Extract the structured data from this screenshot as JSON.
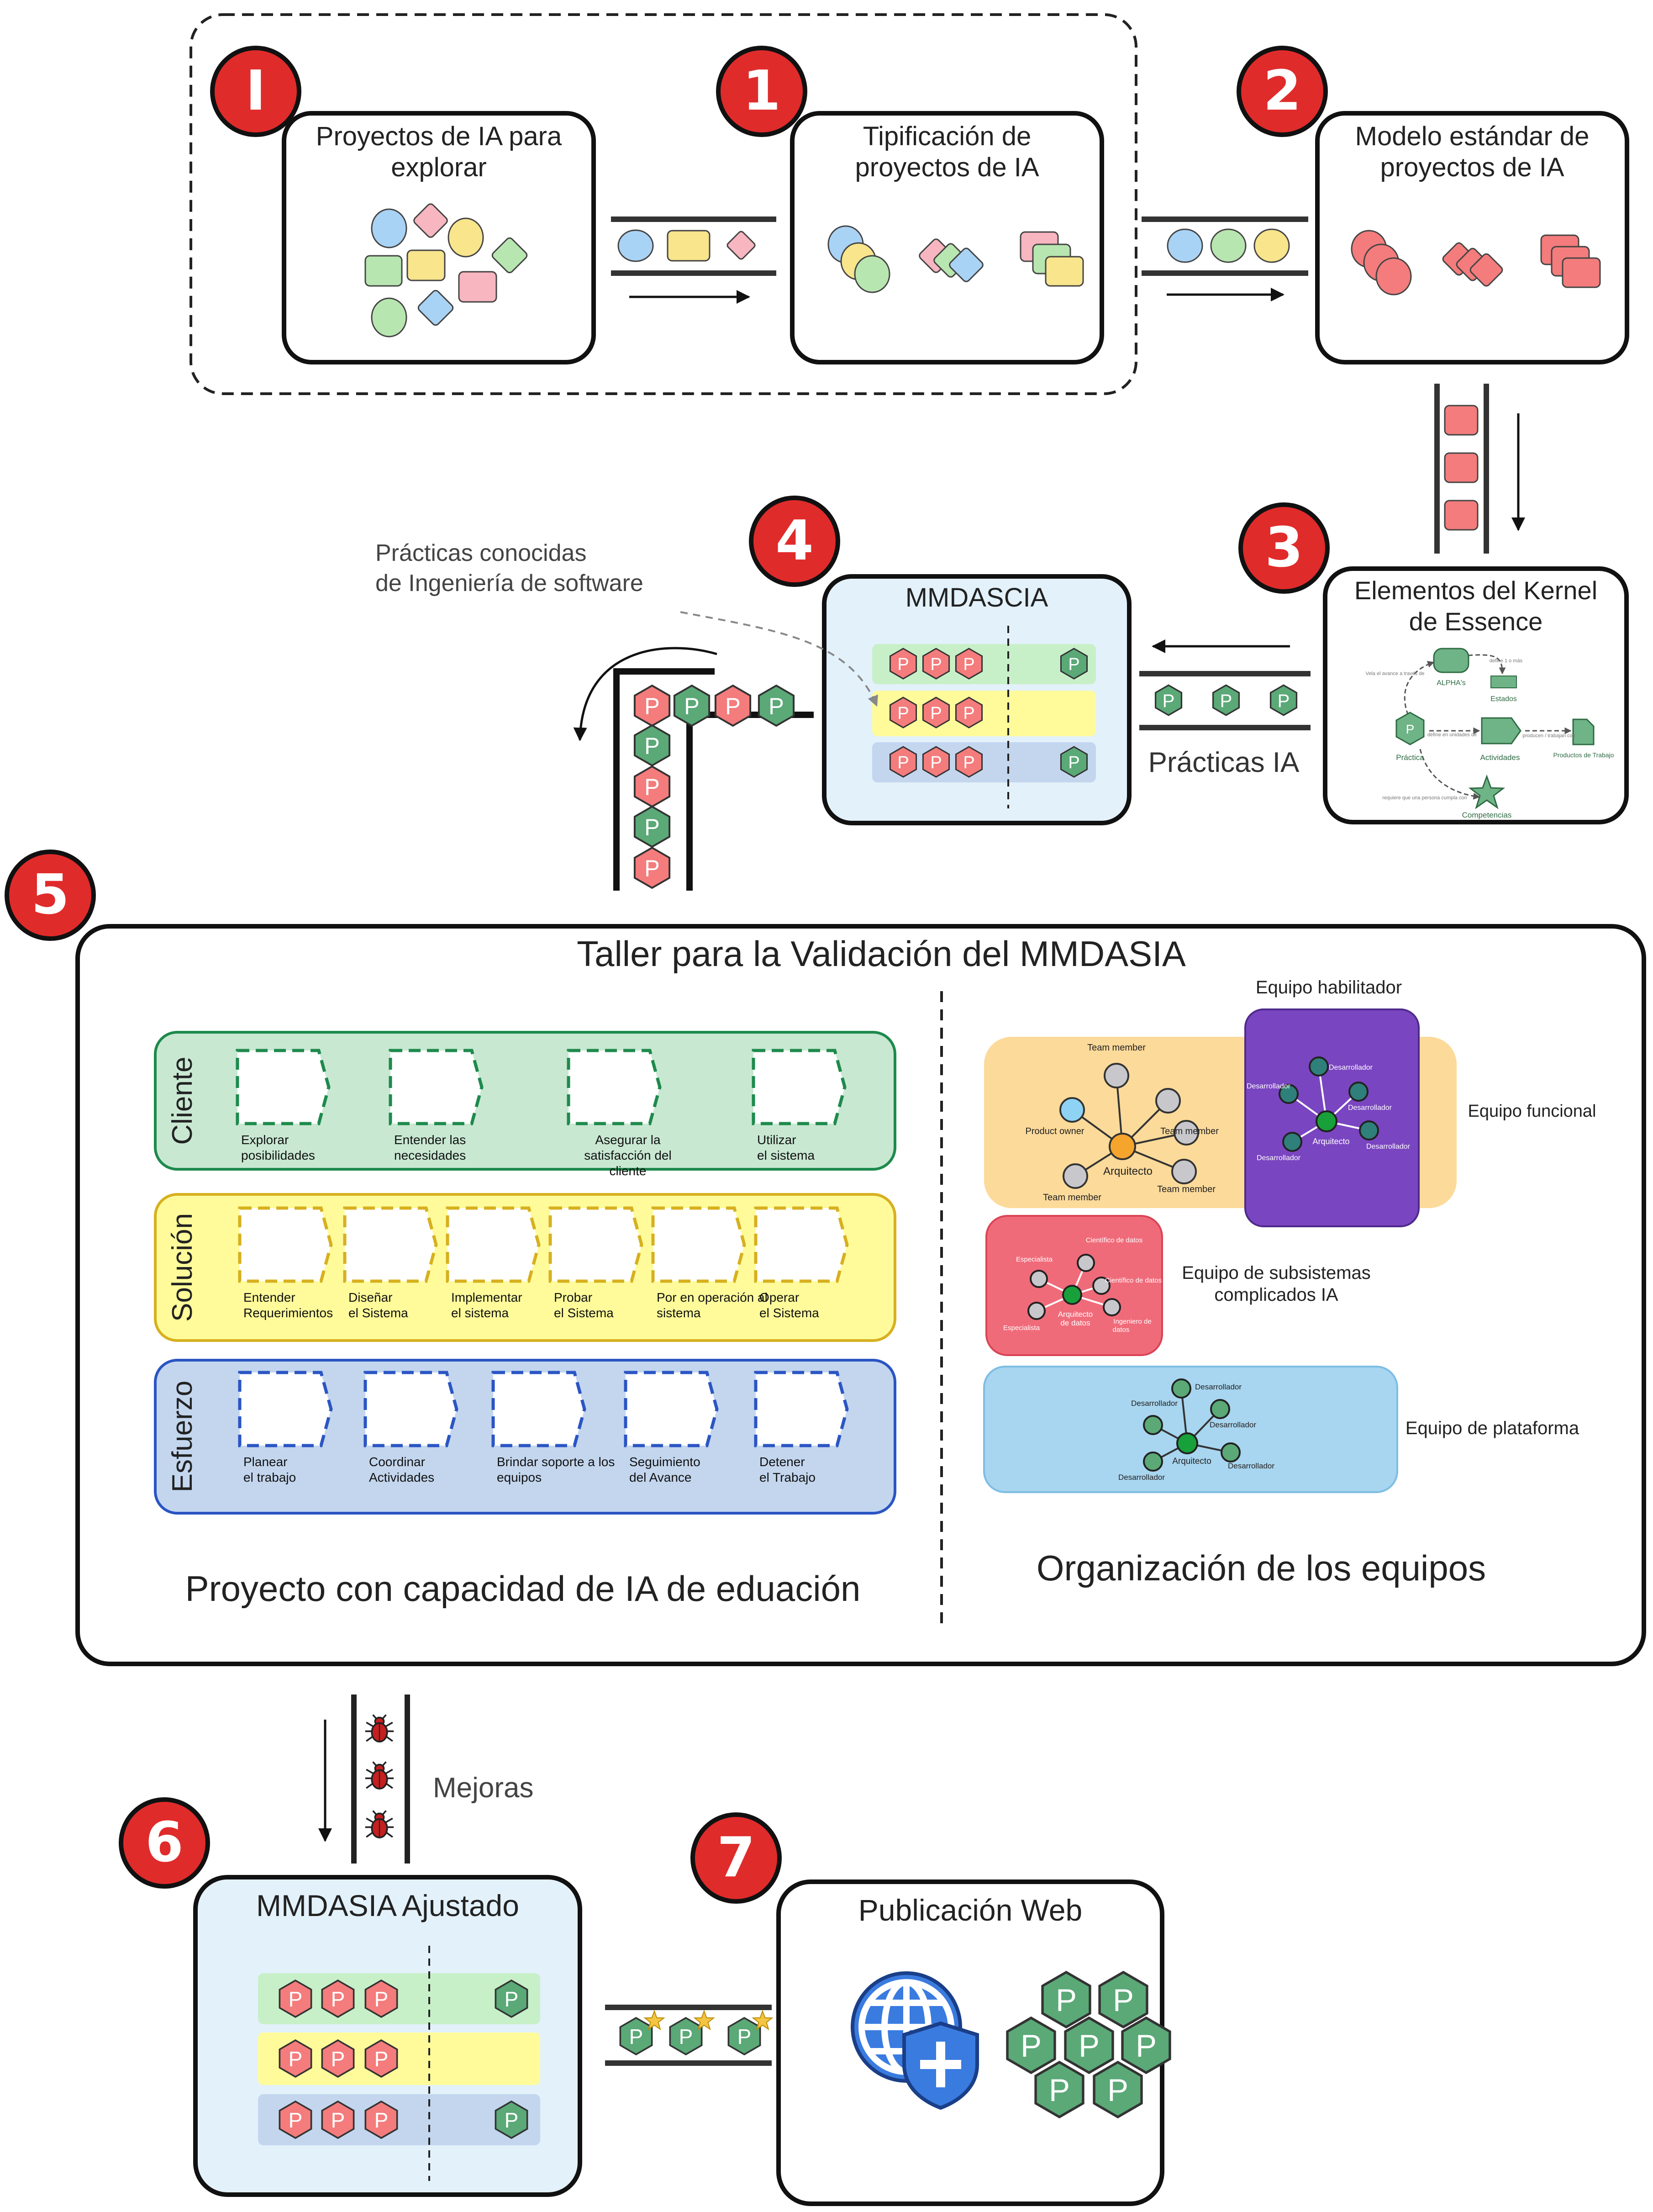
{
  "steps": {
    "I": {
      "badge": "I",
      "title_line1": "Proyectos de IA para",
      "title_line2": "explorar"
    },
    "s1": {
      "badge": "1",
      "title_line1": "Tipificación de",
      "title_line2": "proyectos de IA"
    },
    "s2": {
      "badge": "2",
      "title_line1": "Modelo estándar de",
      "title_line2": "proyectos de IA"
    },
    "s3": {
      "badge": "3",
      "title_line1": "Elementos del Kernel",
      "title_line2": "de Essence"
    },
    "s4": {
      "badge": "4",
      "title": "MMDASCIA"
    },
    "s5": {
      "badge": "5",
      "title": "Taller para la Validación del MMDASIA"
    },
    "s6": {
      "badge": "6",
      "title": "MMDASIA Ajustado"
    },
    "s7": {
      "badge": "7",
      "title": "Publicación Web"
    }
  },
  "labels": {
    "practicas_ia": "Prácticas IA",
    "practicas_conocidas_line1": "Prácticas conocidas",
    "practicas_conocidas_line2": "de Ingeniería de software",
    "mejoras": "Mejoras",
    "practice_letter": "P"
  },
  "kernel": {
    "alpha": "ALPHA's",
    "estados": "Estados",
    "practica": "Práctica",
    "actividades": "Actividades",
    "productos": "Productos de Trabajo",
    "competencias": "Competencias",
    "edge_define": "define 1 o más",
    "edge_progreso": "Vela el avance a través de",
    "edge_actividades": "define en unidades de",
    "edge_productos": "producen / trabajan con",
    "edge_competencias": "requiere que una persona cumpla con"
  },
  "workshop": {
    "left_caption": "Proyecto con capacidad de IA de eduación",
    "right_caption": "Organización de los equipos",
    "lanes": [
      {
        "name": "Cliente",
        "activities": [
          "Explorar posibilidades",
          "Entender las necesidades",
          "Asegurar la satisfacción del cliente",
          "Utilizar el sistema"
        ]
      },
      {
        "name": "Solución",
        "activities": [
          "Entender Requerimientos",
          "Diseñar el Sistema",
          "Implementar el sistema",
          "Probar el Sistema",
          "Por en operación al sistema",
          "Operar el Sistema"
        ]
      },
      {
        "name": "Esfuerzo",
        "activities": [
          "Planear el trabajo",
          "Coordinar Actividades",
          "Brindar soporte a los equipos",
          "Seguimiento del Avance",
          "Detener el Trabajo"
        ]
      }
    ],
    "teams": {
      "habilitador": "Equipo habilitador",
      "funcional": "Equipo funcional",
      "subsistemas_line1": "Equipo de subsistemas",
      "subsistemas_line2": "complicados IA",
      "plataforma": "Equipo de plataforma",
      "team_member": "Team member",
      "product_owner": "Product owner",
      "arquitecto": "Arquitecto",
      "desarrollador": "Desarrollador",
      "especialista": "Especialista",
      "cientifico": "Científico de datos",
      "arquitecto_datos_line1": "Arquitecto",
      "arquitecto_datos_line2": "de datos",
      "ingeniero_line1": "Ingeniero de",
      "ingeniero_line2": "datos"
    }
  },
  "colors": {
    "badge_red": "#e02b2b",
    "practice_red": "#f47c7c",
    "practice_green": "#5aa977",
    "lane_green": "#c8e8d2",
    "lane_yellow": "#fffb9a",
    "lane_blue": "#c3d6ee",
    "box_blue": "#e3f1fb"
  }
}
